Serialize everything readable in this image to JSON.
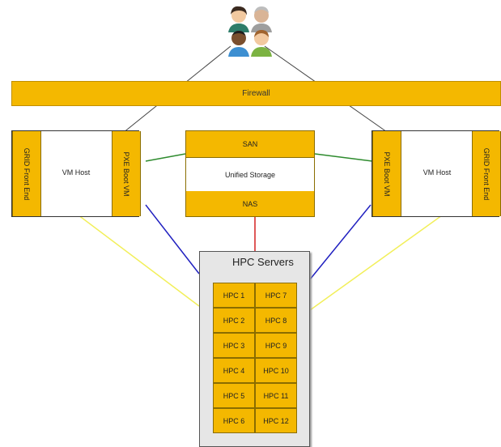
{
  "diagram": {
    "firewall_label": "Firewall",
    "left_host": {
      "front_end": "GRID Front End",
      "vm_host": "VM Host",
      "pxe": "PXE Boot VM"
    },
    "right_host": {
      "pxe": "PXE Boot VM",
      "vm_host": "VM Host",
      "front_end": "GRID Front End"
    },
    "storage": {
      "san": "SAN",
      "unified": "Unified Storage",
      "nas": "NAS"
    },
    "hpc": {
      "title": "HPC Servers",
      "servers": [
        "HPC 1",
        "HPC 7",
        "HPC 2",
        "HPC 8",
        "HPC 3",
        "HPC 9",
        "HPC 4",
        "HPC 10",
        "HPC 5",
        "HPC 11",
        "HPC 6",
        "HPC 12"
      ]
    },
    "users_icon": "users-group-icon",
    "colors": {
      "accent": "#f4b800",
      "green_link": "#2e8b2e",
      "blue_link": "#2020c0",
      "red_link": "#d42020",
      "yellow_link": "#f2ef5a"
    }
  }
}
